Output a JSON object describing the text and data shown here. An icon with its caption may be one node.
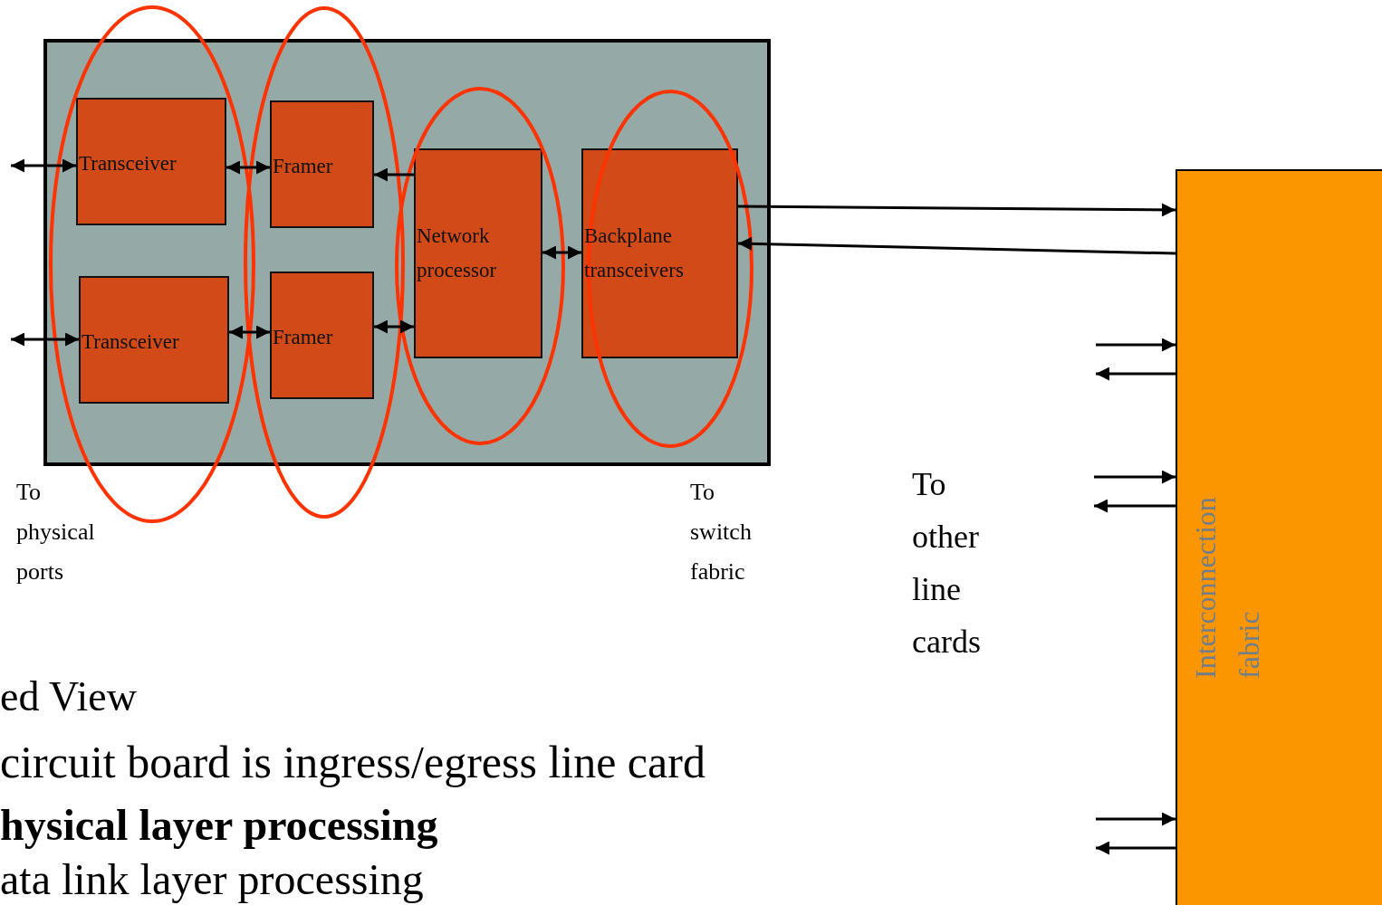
{
  "diagram": {
    "nodes": [
      {
        "text": [],
        "shape": "box"
      },
      {
        "text": [
          "Transceiver"
        ],
        "in": 0
      },
      {
        "text": [
          "Framer"
        ],
        "in": 0
      },
      {
        "text": [
          "Network processor"
        ],
        "in": 0
      },
      {
        "text": [
          "Backplane transceivers"
        ],
        "in": 0
      },
      {
        "text": [
          "Transceiver"
        ],
        "in": 0
      },
      {
        "text": [
          "Framer"
        ],
        "in": 0
      },
      {
        "text": [
          "Interconnection fabric"
        ]
      }
    ],
    "edges": [
      {
        "from": null,
        "to": 1,
        "arrow": "both"
      },
      {
        "from": 1,
        "to": 2,
        "arrow": "both"
      },
      {
        "from": 3,
        "to": 2,
        "arrow": "to"
      },
      {
        "from": 6,
        "to": 3,
        "arrow": "both"
      },
      {
        "from": null,
        "to": 5,
        "arrow": "both"
      },
      {
        "from": 5,
        "to": 6,
        "arrow": "both"
      },
      {
        "from": 3,
        "to": 4,
        "arrow": "both"
      },
      {
        "from": 4,
        "to": 7,
        "arrow": "to"
      },
      {
        "from": 7,
        "to": 4,
        "arrow": "to"
      },
      {
        "from": null,
        "to": 7,
        "arrow": "to"
      },
      {
        "from": 7,
        "to": null,
        "arrow": "to"
      },
      {
        "from": null,
        "to": 7,
        "arrow": "to"
      },
      {
        "from": 7,
        "to": null,
        "arrow": "to"
      },
      {
        "from": null,
        "to": 7,
        "arrow": "to"
      },
      {
        "from": 7,
        "to": null,
        "arrow": "to"
      }
    ],
    "labels": [
      "To physical ports",
      "To switch fabric",
      "To other line cards",
      "ed View",
      "circuit board is ingress/egress line card",
      "hysical layer processing",
      "ata link layer processing"
    ]
  }
}
